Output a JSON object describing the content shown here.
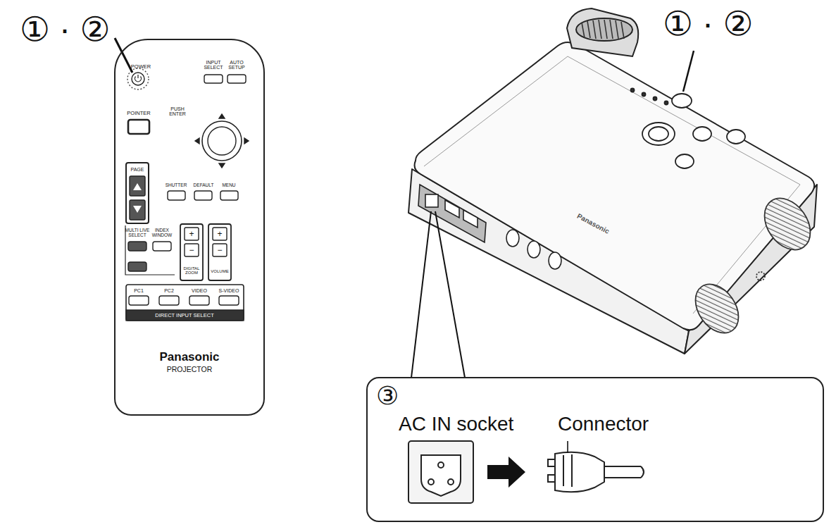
{
  "diagram": {
    "nodes": [
      {
        "text": [
          "Panasonic",
          "PROJECTOR"
        ]
      },
      {
        "text": [
          "③",
          "AC IN socket",
          "Connector"
        ]
      }
    ],
    "labels": [
      "① · ②",
      "POWER",
      "INPUT SELECT",
      "AUTO SETUP",
      "POINTER",
      "PUSH ENTER",
      "PAGE",
      "SHUTTER",
      "DEFAULT",
      "MENU",
      "MULTI LIVE SELECT",
      "INDEX WINDOW",
      "+",
      "−",
      "DIGITAL ZOOM",
      "+",
      "−",
      "VOLUME",
      "PC1",
      "PC2",
      "VIDEO",
      "S-VIDEO",
      "DIRECT INPUT SELECT",
      "① · ②",
      "Panasonic"
    ]
  }
}
